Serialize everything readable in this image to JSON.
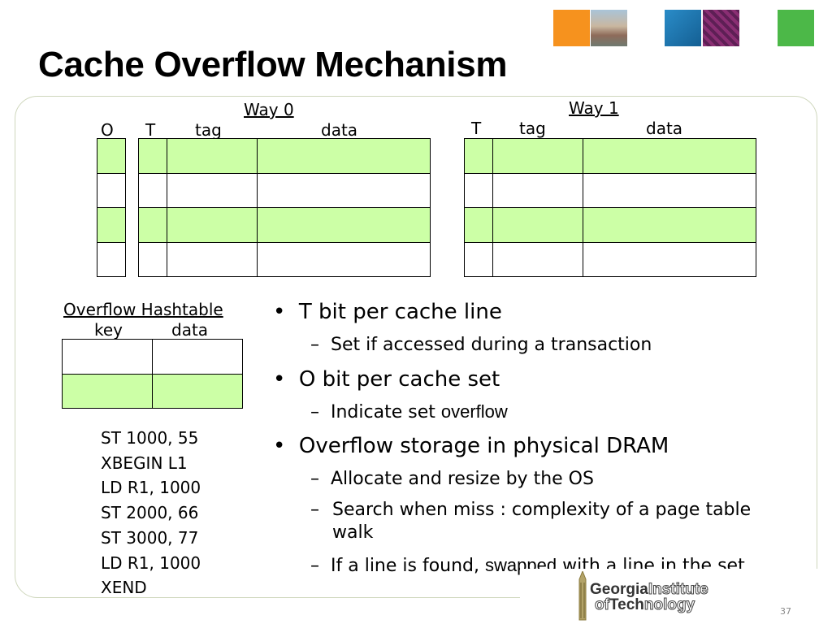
{
  "slide": {
    "title": "Cache Overflow Mechanism",
    "page_number": "37"
  },
  "header_squares": {
    "colors": [
      "#f6921e",
      "#8a9aa6",
      "#1c78b4",
      "#7b2f6b",
      "#4cb848"
    ]
  },
  "way0": {
    "label": "Way 0",
    "col_o": "O",
    "col_t": "T",
    "col_tag": "tag",
    "col_data": "data"
  },
  "way1": {
    "label": "Way 1",
    "col_t": "T",
    "col_tag": "tag",
    "col_data": "data"
  },
  "hashtable": {
    "label": "Overflow Hashtable",
    "col_key": "key",
    "col_data": "data"
  },
  "code_lines": [
    "ST 1000, 55",
    "XBEGIN L1",
    "LD R1, 1000",
    "ST 2000, 66",
    "ST 3000, 77",
    "LD R1, 1000",
    "XEND"
  ],
  "bullets": [
    {
      "text": "T bit per cache line",
      "subs": [
        {
          "text": "Set if accessed during a transaction",
          "emph": ""
        }
      ]
    },
    {
      "text": "O bit per cache set",
      "subs": [
        {
          "text": "Indicate set ",
          "emph": "overflow"
        }
      ]
    },
    {
      "text": "Overflow storage in physical DRAM",
      "subs": [
        {
          "text": "Allocate and resize by the OS",
          "emph": ""
        },
        {
          "text": "Search when miss : complexity of a page table walk",
          "emph": ""
        },
        {
          "text": "If a line is found, ",
          "emph": "swapped",
          "after": " with a line in the set"
        }
      ]
    }
  ],
  "logo": {
    "line1_bold": "Georgia",
    "line1_outline": "Institute",
    "line2_prefix": "of",
    "line2_bold": "Tech",
    "line2_outline": "nology"
  }
}
